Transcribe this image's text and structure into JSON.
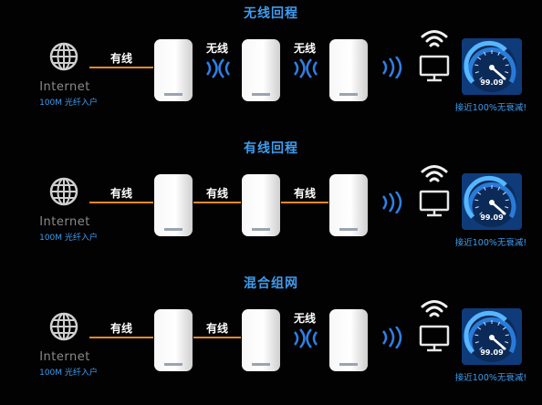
{
  "sections": [
    {
      "title": "无线回程",
      "internet": "Internet",
      "fiber": "100M 光纤入户",
      "links": [
        "有线",
        "无线",
        "无线"
      ],
      "note": "接近100%无衰减!",
      "speed_value": "99.09"
    },
    {
      "title": "有线回程",
      "internet": "Internet",
      "fiber": "100M 光纤入户",
      "links": [
        "有线",
        "有线",
        "有线"
      ],
      "note": "接近100%无衰减!",
      "speed_value": "99.09"
    },
    {
      "title": "混合组网",
      "internet": "Internet",
      "fiber": "100M 光纤入户",
      "links": [
        "有线",
        "有线",
        "无线"
      ],
      "note": "接近100%无衰减!",
      "speed_value": "99.09"
    }
  ],
  "colors": {
    "accent": "#3f9cf0",
    "wire": "#e38a2a",
    "wave": "#2f7fe6",
    "background": "#020202"
  }
}
